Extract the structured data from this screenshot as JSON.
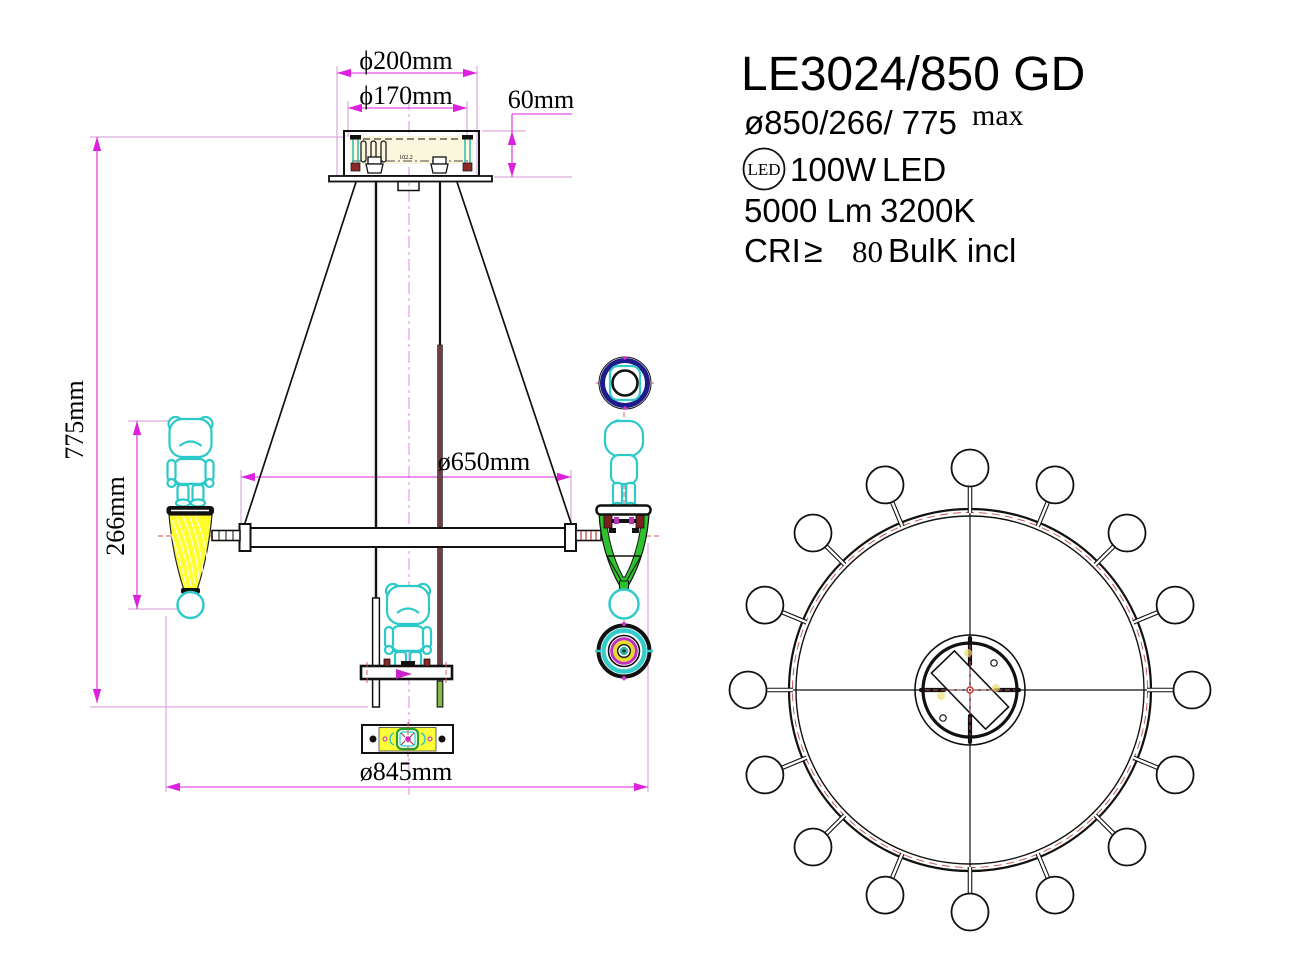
{
  "drawing": {
    "front_view": {
      "dim_canopy_outer": "ϕ200mm",
      "dim_canopy_inner": "ϕ170mm",
      "dim_canopy_height": "60mm",
      "dim_total_height": "775mm",
      "dim_lamp_height": "266mm",
      "dim_ring_diameter": "ø650mm",
      "dim_overall_diameter": "ø845mm",
      "canopy_note": "102.2"
    },
    "spec_panel": {
      "model": "LE3024/850 GD",
      "size": "ø850/266/ 775",
      "size_suffix": "max",
      "led_badge": "LED",
      "power_value": "100W",
      "power_type": "LED",
      "lumens": "5000 Lm",
      "color_temp": "3200K",
      "cri_label": "CRI",
      "cri_operator": "≥",
      "cri_value": "80",
      "bulb_note": "BulK incl"
    },
    "colors": {
      "dimension_magenta": "#dd22dd",
      "extension_violet": "#d49ad4",
      "figure_cyan": "#2cc9c9",
      "shade_yellow": "#ffff2e",
      "cone_green": "#2ec22e",
      "holder_navy": "#1c1c8a",
      "detail_maroon": "#7a2626",
      "centerline_red": "#cc5555"
    }
  }
}
